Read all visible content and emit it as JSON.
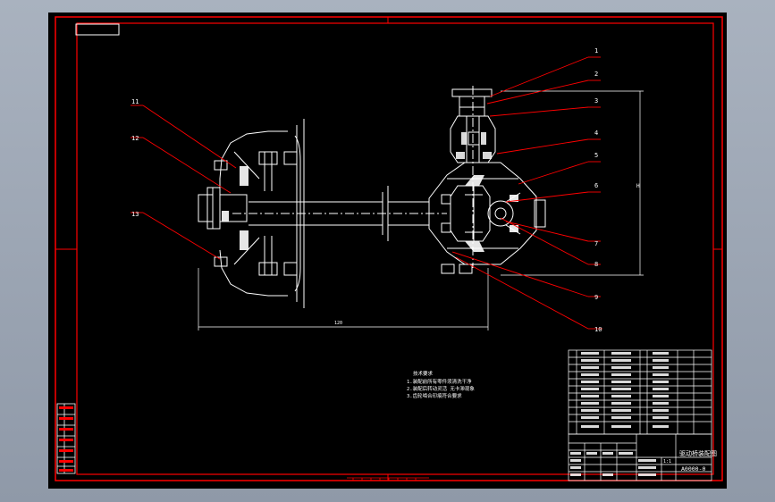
{
  "balloons": [
    "1",
    "2",
    "3",
    "4",
    "5",
    "6",
    "7",
    "8",
    "9",
    "10",
    "11",
    "12",
    "13"
  ],
  "dimensions": {
    "width_label": "120",
    "height_label": "H"
  },
  "tech_notes": {
    "heading": "技术要求",
    "lines": [
      "1.装配前所有零件须清洗干净",
      "2.装配后转动灵活 无卡滞现象",
      "3.齿轮啮合印痕符合要求"
    ]
  },
  "title_block": {
    "drawing_title": "驱动桥装配图",
    "drawing_number": "A0000-0",
    "scale": "1:1"
  },
  "colors": {
    "background": "#000000",
    "frame": "#ff0000",
    "line": "#ffffff",
    "leader": "#ff0000",
    "text": "#ffffff"
  }
}
